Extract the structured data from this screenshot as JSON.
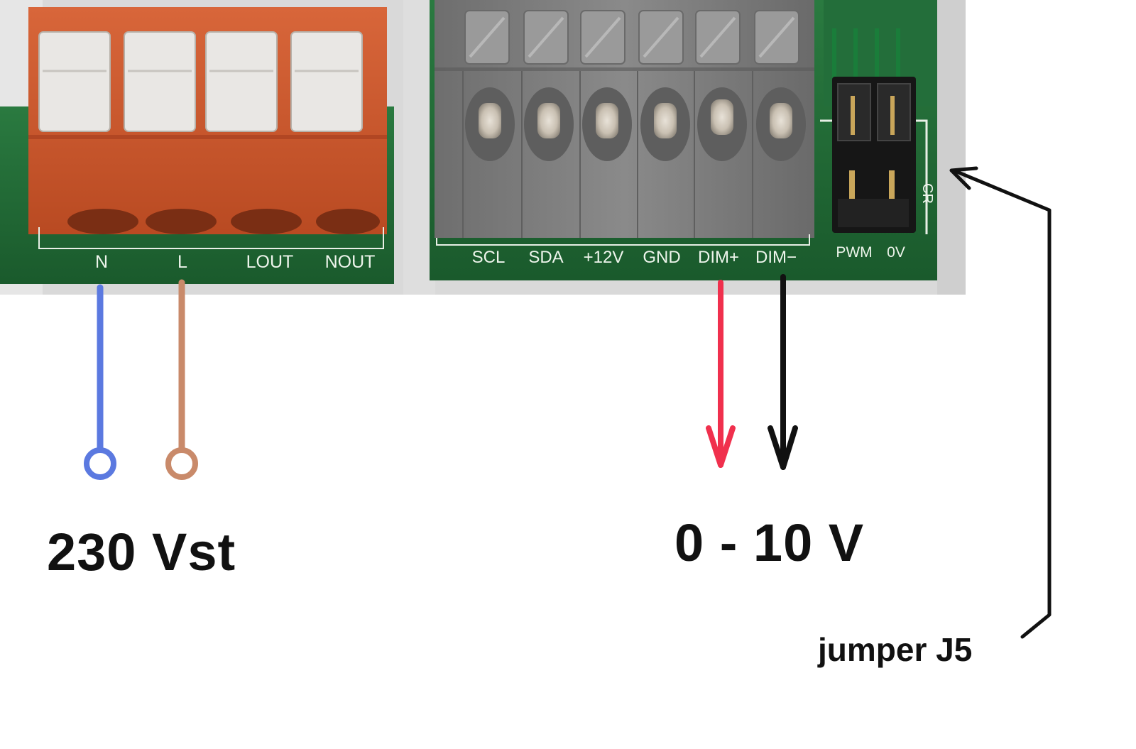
{
  "terminals": {
    "mains": [
      "N",
      "L",
      "LOUT",
      "NOUT"
    ],
    "control": [
      "SCL",
      "SDA",
      "+12V",
      "GND",
      "DIM+",
      "DIM−"
    ],
    "jumper_pins": [
      "PWM",
      "0V"
    ],
    "jumper_marking": "CR"
  },
  "annotations": {
    "mains_voltage": "230 Vst",
    "dim_range": "0 - 10 V",
    "jumper": "jumper J5"
  },
  "colors": {
    "pcb_green": "#1f6a35",
    "terminal_orange": "#c9552a",
    "terminal_gray": "#7d7d7d",
    "wire_neutral": "#5b79e0",
    "wire_live": "#c98a6a",
    "wire_dim_plus": "#f0304d",
    "wire_dim_minus": "#111111"
  }
}
